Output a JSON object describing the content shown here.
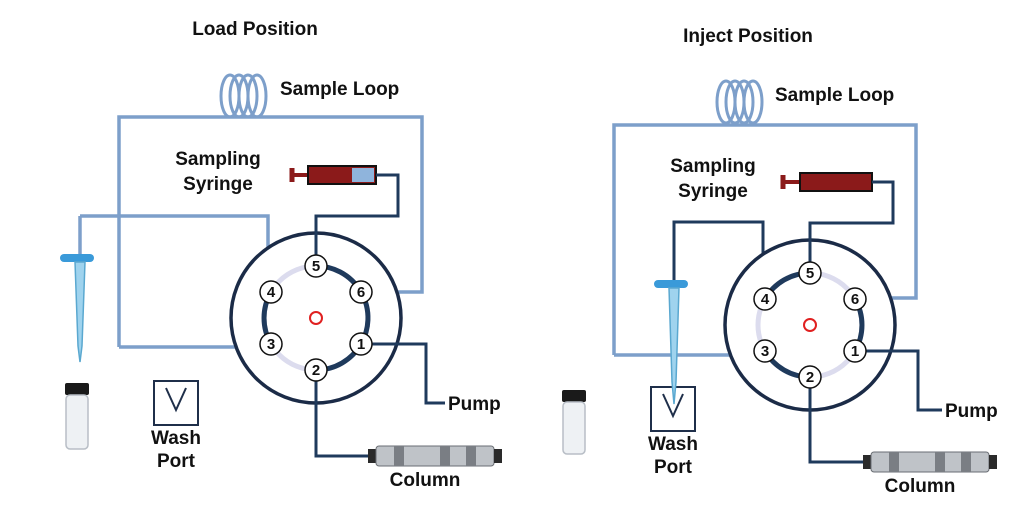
{
  "panels": [
    {
      "title": "Load Position",
      "labels": {
        "sample_loop": "Sample Loop",
        "syringe_line1": "Sampling",
        "syringe_line2": "Syringe",
        "wash_line1": "Wash",
        "wash_line2": "Port",
        "pump": "Pump",
        "column": "Column"
      },
      "ports": [
        "1",
        "2",
        "3",
        "4",
        "5",
        "6"
      ]
    },
    {
      "title": "Inject Position",
      "labels": {
        "sample_loop": "Sample Loop",
        "syringe_line1": "Sampling",
        "syringe_line2": "Syringe",
        "wash_line1": "Wash",
        "wash_line2": "Port",
        "pump": "Pump",
        "column": "Column"
      },
      "ports": [
        "1",
        "2",
        "3",
        "4",
        "5",
        "6"
      ]
    }
  ],
  "colors": {
    "loop_tubing": "#7d9fca",
    "valve_tubing": "#1f3a5c",
    "needle": "#7fc4e6",
    "needle_hub": "#3a9ad9",
    "syringe_barrel": "#8b1a1a",
    "center_dot": "#e02020"
  }
}
